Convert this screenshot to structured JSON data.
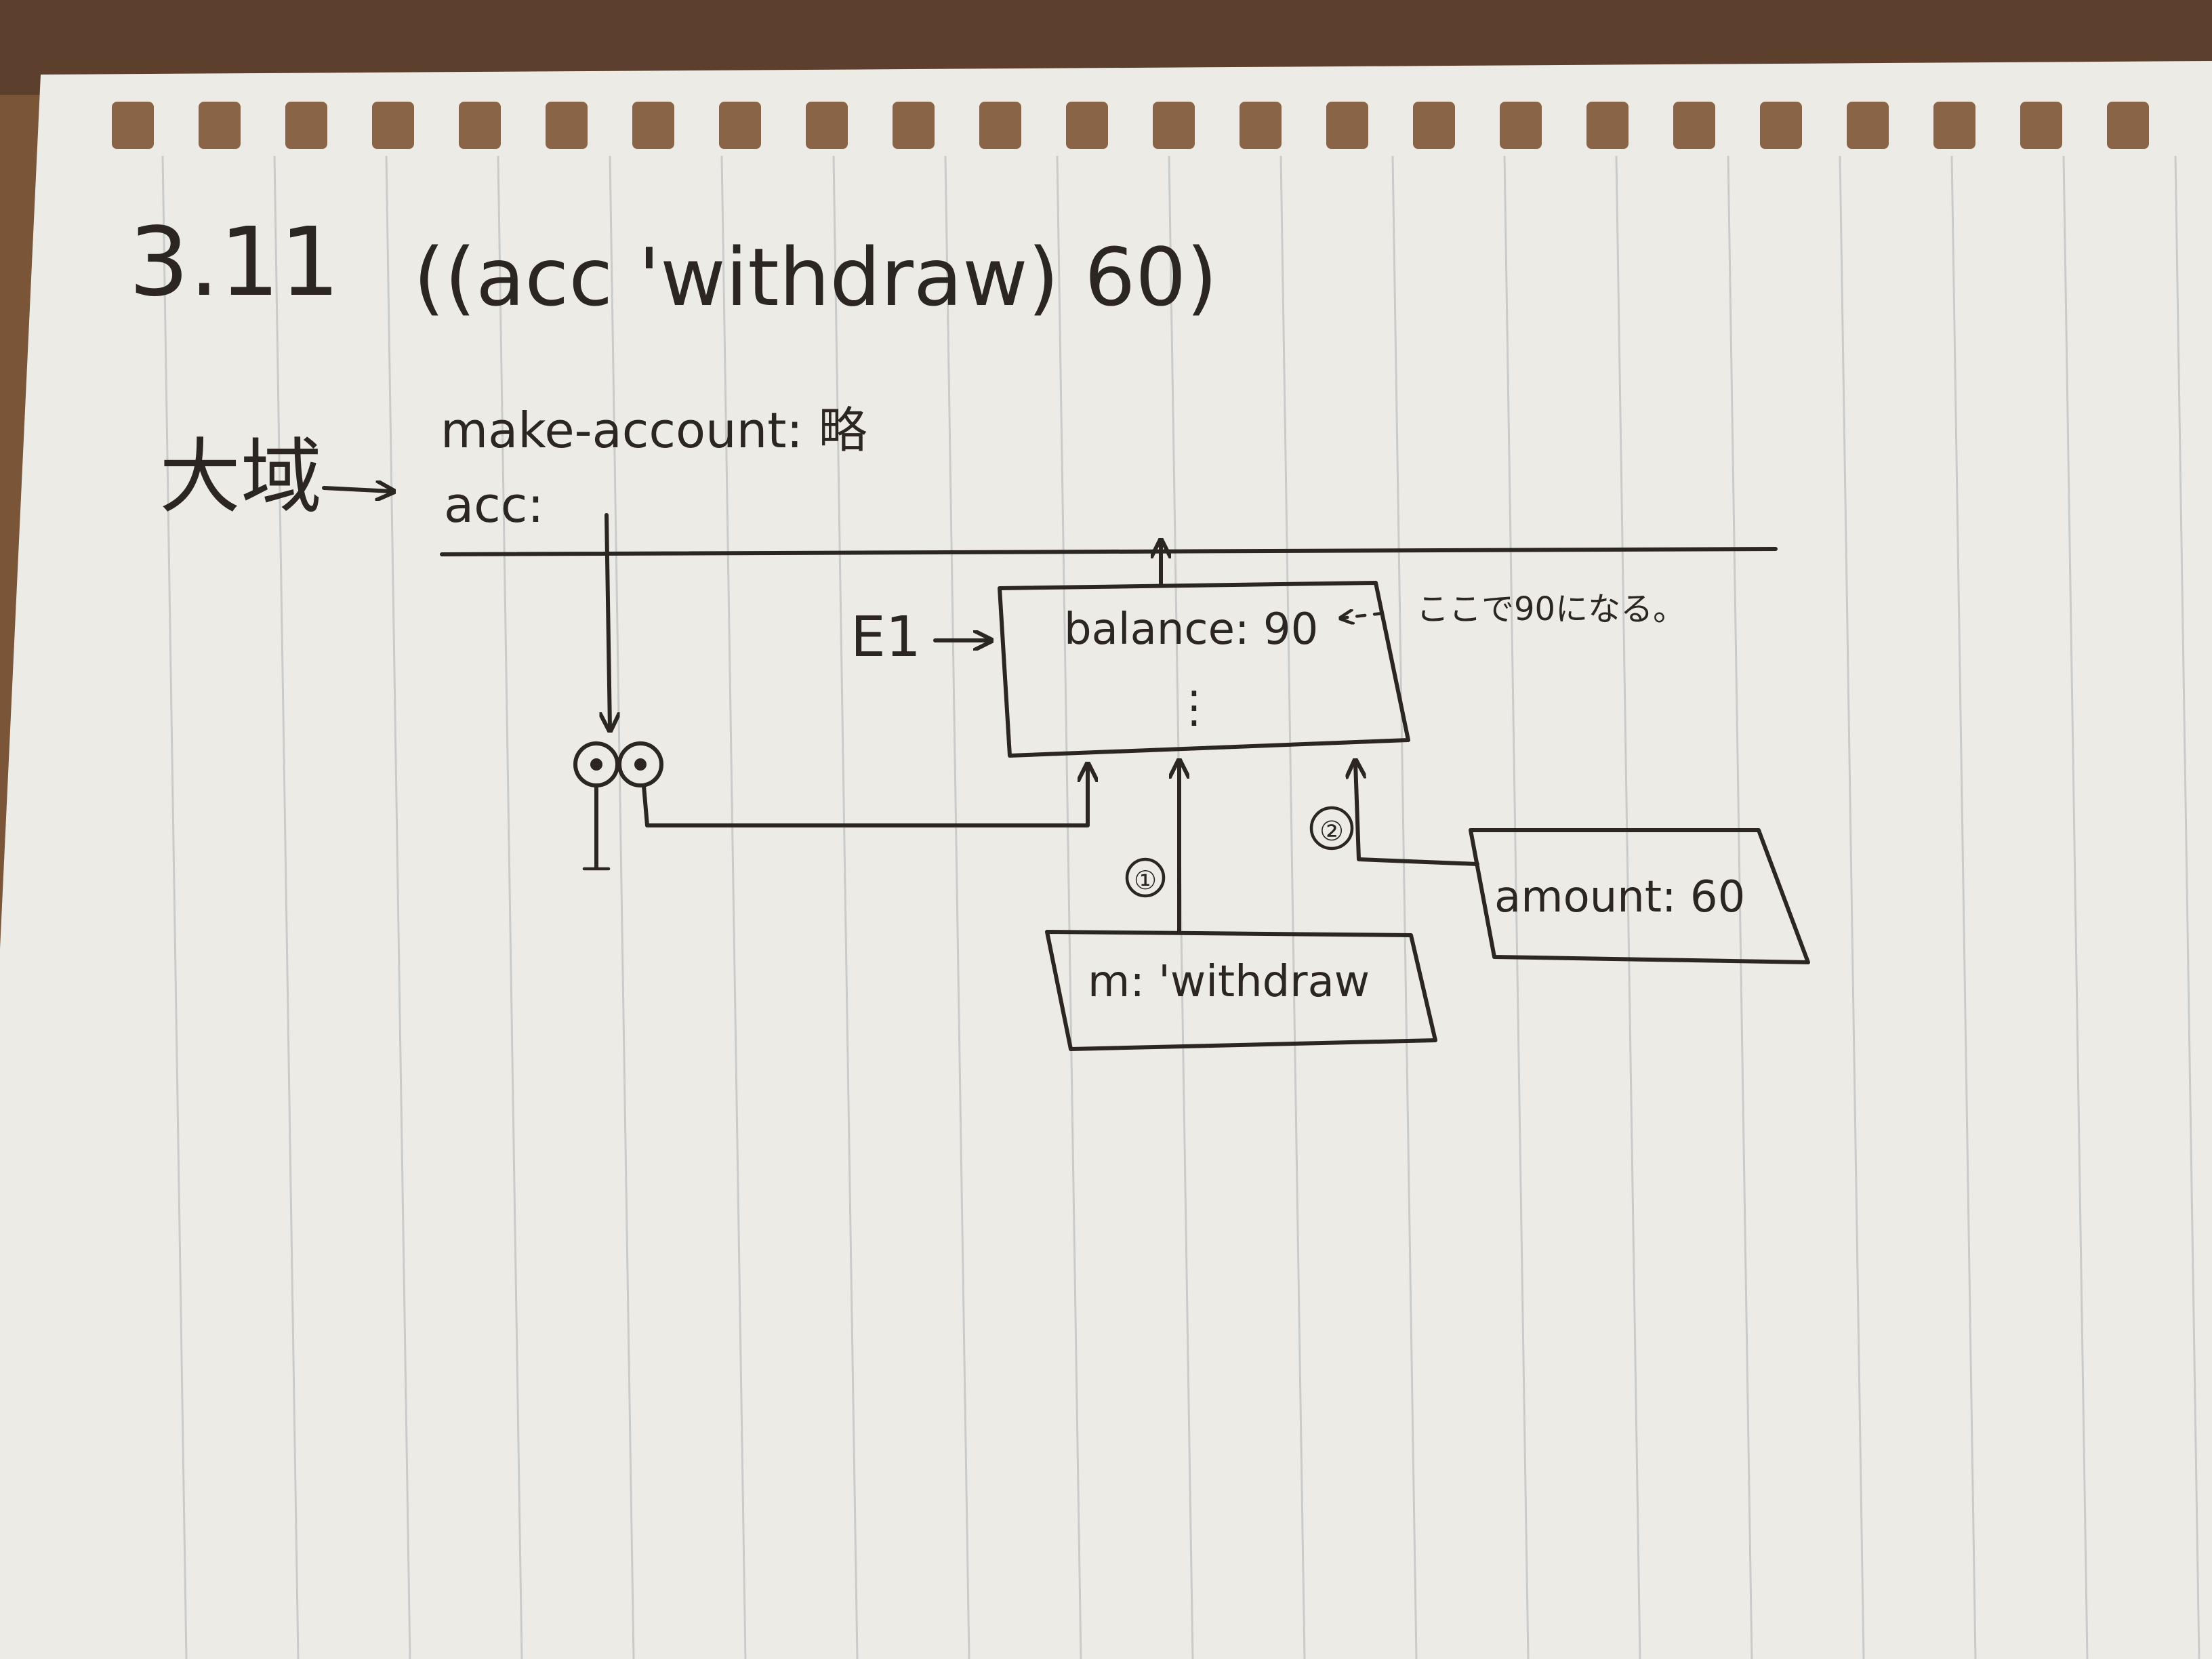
{
  "colors": {
    "desk": "#6b4a34",
    "paper": "#ecebe6",
    "rule": "#c9cccb",
    "ink": "#2b2622"
  },
  "header": {
    "exercise": "3.11",
    "expression": "((acc 'withdraw) 60)"
  },
  "global_env": {
    "label": "大域",
    "bindings": [
      "make-account: 略",
      "acc:"
    ]
  },
  "frames": {
    "e1": {
      "label": "E1",
      "binding": "balance: 90",
      "ellipsis": "⋮"
    },
    "withdraw": {
      "binding": "m: 'withdraw"
    },
    "amount": {
      "binding": "amount: 60"
    }
  },
  "markers": {
    "first": "①",
    "second": "②"
  },
  "annotation": "ここで90になる。"
}
